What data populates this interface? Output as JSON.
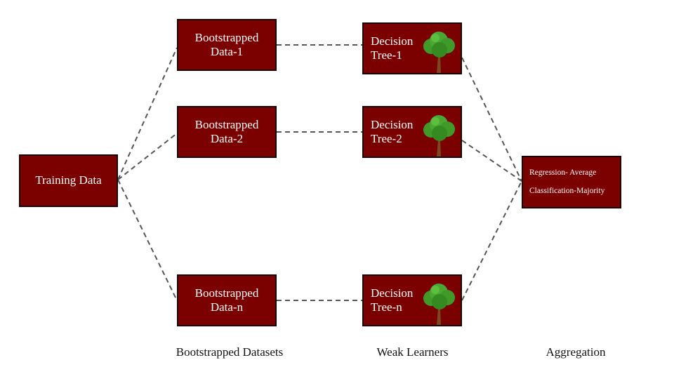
{
  "nodes": {
    "training": "Training Data",
    "boot1": [
      "Bootstrapped",
      "Data-1"
    ],
    "boot2": [
      "Bootstrapped",
      "Data-2"
    ],
    "bootn": [
      "Bootstrapped",
      "Data-n"
    ],
    "tree1": [
      "Decision",
      "Tree-1"
    ],
    "tree2": [
      "Decision",
      "Tree-2"
    ],
    "treen": [
      "Decision",
      "Tree-n"
    ],
    "aggregation": [
      "Regression- Average",
      "Classification-Majority"
    ]
  },
  "column_labels": {
    "bootstrapped": "Bootstrapped Datasets",
    "weak": "Weak Learners",
    "aggregation": "Aggregation"
  },
  "colors": {
    "box_fill": "#7b0000",
    "box_border": "#1a0000",
    "connector": "#555555",
    "tree_foliage": "#3f9a2a",
    "tree_trunk": "#7a4a1e"
  },
  "icons": [
    "tree-icon"
  ]
}
